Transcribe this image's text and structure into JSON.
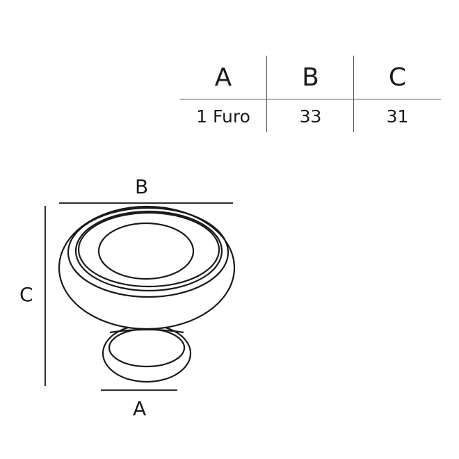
{
  "table": {
    "headers": [
      "A",
      "B",
      "C"
    ],
    "rows": [
      [
        "1 Furo",
        "33",
        "31"
      ]
    ]
  },
  "drawing": {
    "labels": {
      "width": "B",
      "height": "C",
      "base": "A"
    }
  }
}
